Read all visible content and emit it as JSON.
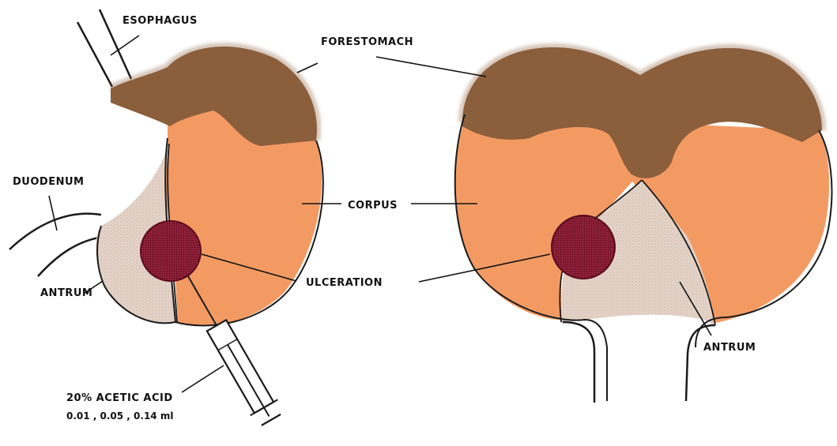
{
  "labels": {
    "esophagus": "ESOPHAGUS",
    "forestomach": "FORESTOMACH",
    "duodenum": "DUODENUM",
    "corpus": "CORPUS",
    "antrum_left": "ANTRUM",
    "antrum_right": "ANTRUM",
    "ulceration": "ULCERATION",
    "acid_name": "20% ACETIC ACID",
    "acid_volumes": "0.01 , 0.05 , 0.14 ml"
  },
  "colors": {
    "forestomach": "#8B5E3C",
    "corpus": "#F39A63",
    "antrum": "#E2CFC2",
    "ulcer": "#7A1025",
    "outline": "#1a1a1a"
  }
}
